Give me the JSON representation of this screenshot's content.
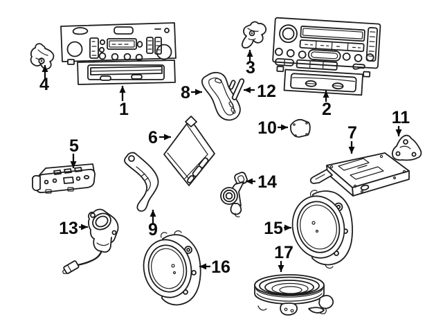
{
  "page": {
    "background": "#ffffff",
    "line_color": "#1c1c1c",
    "type": "exploded-parts-diagram",
    "subject": "vehicle audio system components"
  },
  "callouts": [
    {
      "label": "1",
      "name": "radio-receiver-with-tray"
    },
    {
      "label": "2",
      "name": "radio-receiver-with-tray"
    },
    {
      "label": "3",
      "name": "mounting-bracket"
    },
    {
      "label": "4",
      "name": "mounting-bracket"
    },
    {
      "label": "5",
      "name": "amplifier-module"
    },
    {
      "label": "6",
      "name": "control-module-box"
    },
    {
      "label": "7",
      "name": "amplifier-assembly"
    },
    {
      "label": "8",
      "name": "side-cover-bracket"
    },
    {
      "label": "9",
      "name": "curved-mounting-bracket"
    },
    {
      "label": "10",
      "name": "clip-pad"
    },
    {
      "label": "11",
      "name": "gusset-bracket"
    },
    {
      "label": "12",
      "name": "retaining-pin"
    },
    {
      "label": "13",
      "name": "tweeter-with-harness"
    },
    {
      "label": "14",
      "name": "tweeter-with-bracket"
    },
    {
      "label": "15",
      "name": "door-speaker"
    },
    {
      "label": "16",
      "name": "door-speaker"
    },
    {
      "label": "17",
      "name": "subwoofer-speaker"
    }
  ]
}
